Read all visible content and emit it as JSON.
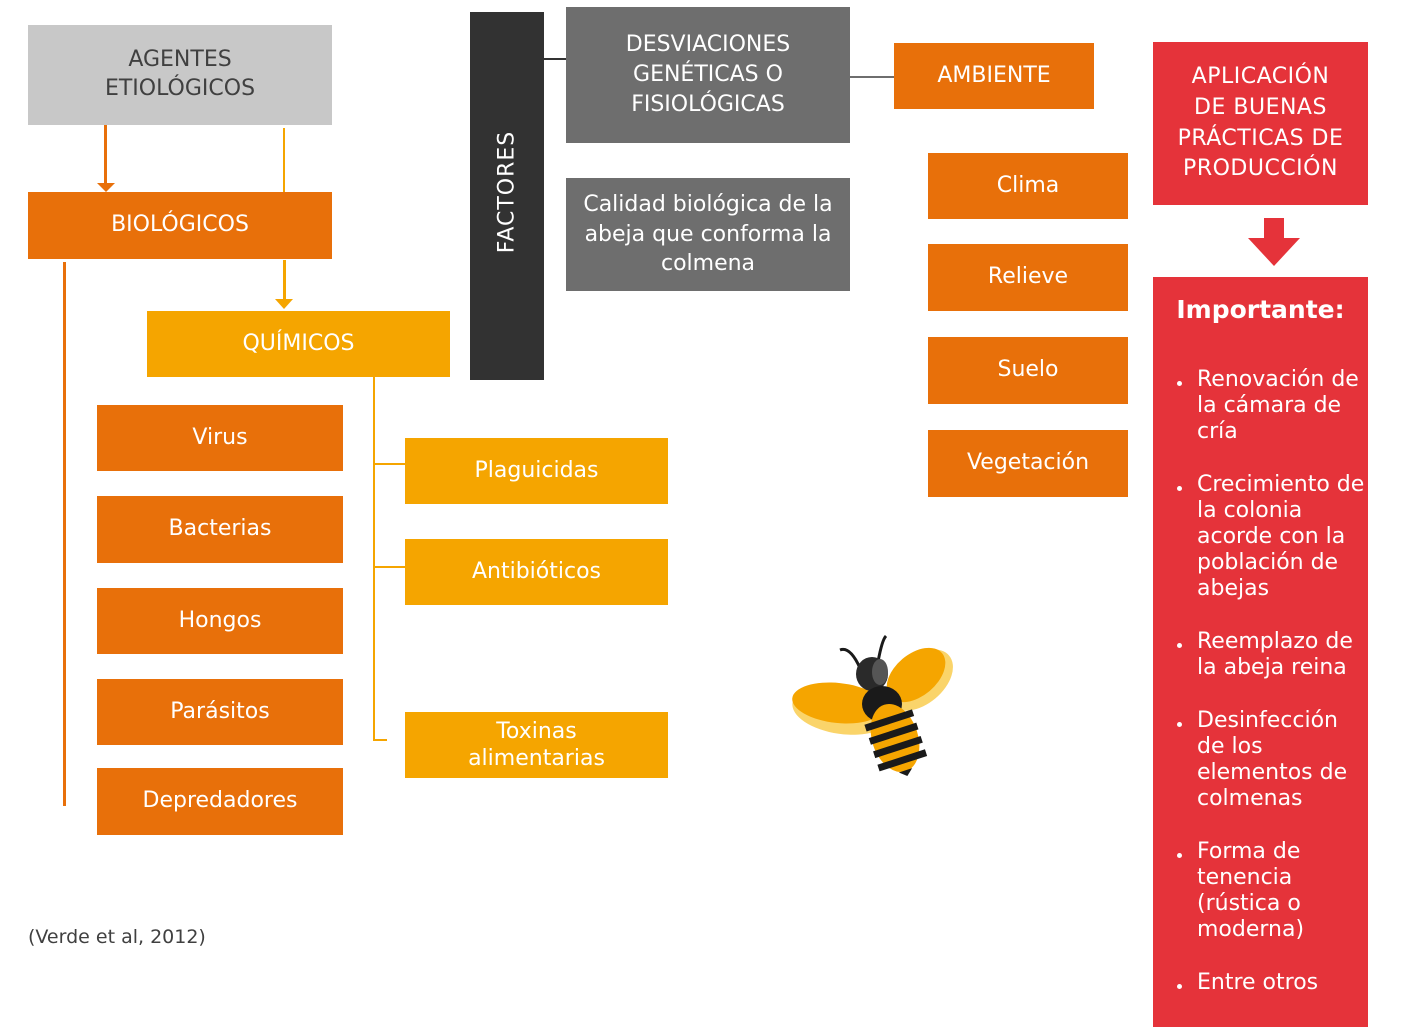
{
  "agentes": "AGENTES ETIOLÓGICOS",
  "biologicos": "BIOLÓGICOS",
  "quimicos": "QUÍMICOS",
  "biological_items": [
    "Virus",
    "Bacterias",
    "Hongos",
    "Parásitos",
    "Depredadores"
  ],
  "chemical_items": [
    "Plaguicidas",
    "Antibióticos",
    "Toxinas alimentarias"
  ],
  "factores": "FACTORES",
  "desviaciones": "DESVIACIONES GENÉTICAS O FISIOLÓGICAS",
  "calidad": "Calidad biológica de la abeja que conforma la colmena",
  "ambiente": "AMBIENTE",
  "ambiente_items": [
    "Clima",
    "Relieve",
    "Suelo",
    "Vegetación"
  ],
  "aplicacion": "APLICACIÓN DE BUENAS PRÁCTICAS DE PRODUCCIÓN",
  "importante": {
    "title": "Importante:",
    "items": [
      "Renovación de la cámara de cría",
      "Crecimiento de la colonia acorde con la población de abejas",
      "Reemplazo de la abeja reina",
      "Desinfección de los elementos de colmenas",
      "Forma de tenencia (rústica o moderna)",
      "Entre otros"
    ]
  },
  "citation": "(Verde et al, 2012)",
  "colors": {
    "dark_orange": "#e8700a",
    "light_orange": "#f5a500",
    "gray": "#6e6e6e",
    "light_gray": "#c8c8c8",
    "red": "#e5333a",
    "black_bar": "#323232"
  }
}
